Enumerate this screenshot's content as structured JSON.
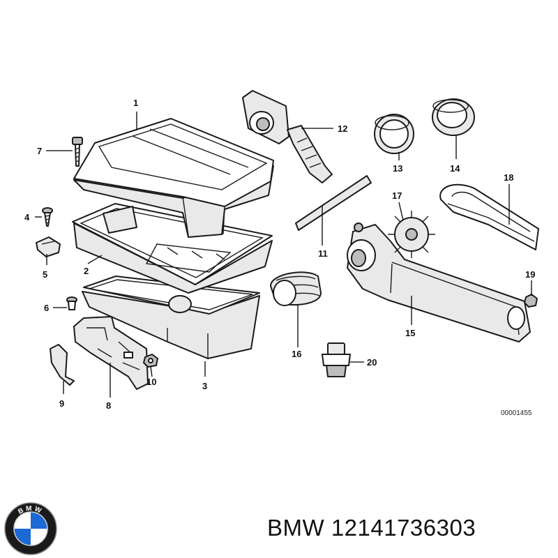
{
  "callouts": [
    {
      "id": "1",
      "text": "1"
    },
    {
      "id": "2",
      "text": "2"
    },
    {
      "id": "3",
      "text": "3"
    },
    {
      "id": "4",
      "text": "4"
    },
    {
      "id": "5",
      "text": "5"
    },
    {
      "id": "6",
      "text": "6"
    },
    {
      "id": "7",
      "text": "7"
    },
    {
      "id": "8",
      "text": "8"
    },
    {
      "id": "9",
      "text": "9"
    },
    {
      "id": "10",
      "text": "10"
    },
    {
      "id": "11",
      "text": "11"
    },
    {
      "id": "12",
      "text": "12"
    },
    {
      "id": "13",
      "text": "13"
    },
    {
      "id": "14",
      "text": "14"
    },
    {
      "id": "15",
      "text": "15"
    },
    {
      "id": "16",
      "text": "16"
    },
    {
      "id": "17",
      "text": "17"
    },
    {
      "id": "18",
      "text": "18"
    },
    {
      "id": "19",
      "text": "19"
    },
    {
      "id": "20",
      "text": "20"
    }
  ],
  "diagram_ref": "00001455",
  "footer": {
    "brand": "BMW",
    "part_number": "12141736303",
    "text": "BMW 12141736303"
  },
  "logo": {
    "icon": "bmw-roundel-icon",
    "letters": "BMW",
    "colors": {
      "ring": "#1a1a1a",
      "blue": "#1c69d4",
      "white": "#ffffff"
    }
  }
}
